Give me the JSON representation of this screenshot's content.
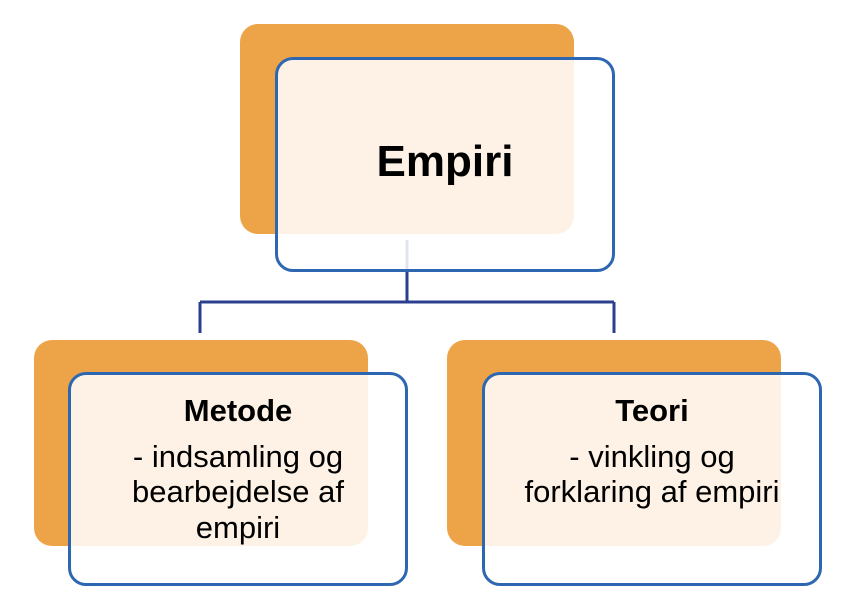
{
  "colors": {
    "accent_orange": "#eda448",
    "border_blue": "#2e67b1",
    "connector_navy": "#2b3f8f"
  },
  "top_node": {
    "title": "Empiri"
  },
  "left_node": {
    "title": "Metode",
    "description": "- indsamling og bearbejdelse af empiri"
  },
  "right_node": {
    "title": "Teori",
    "description": "- vinkling og forklaring af empiri"
  }
}
